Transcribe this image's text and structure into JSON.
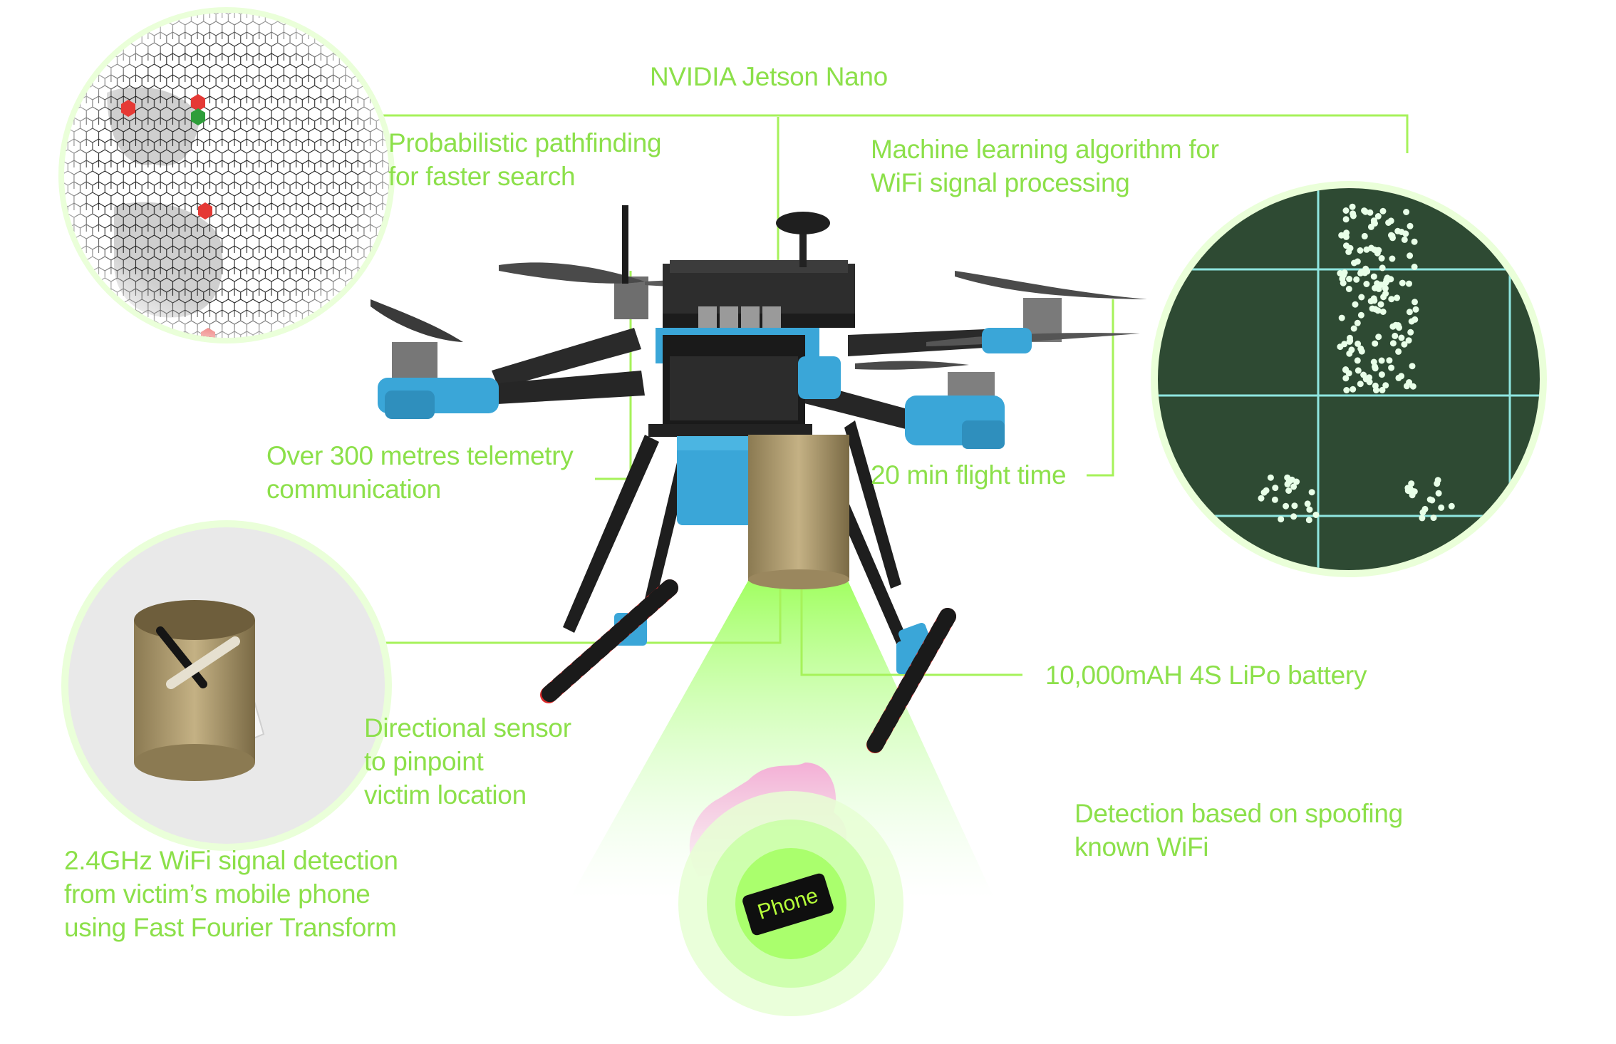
{
  "colors": {
    "accent_green": "#8ce04a",
    "drone_blue": "#3aa6d8",
    "plot_background": "#2e4a33",
    "plot_grid": "#8fe6e0",
    "plot_points": "#e8ffe8"
  },
  "labels": {
    "processor": "NVIDIA Jetson Nano",
    "pathfinding": [
      "Probabilistic pathfinding",
      "for faster search"
    ],
    "ml": [
      "Machine learning algorithm for",
      "WiFi signal processing"
    ],
    "telemetry": [
      "Over 300 metres telemetry",
      "communication"
    ],
    "flight_time": "20 min flight time",
    "battery": "10,000mAH 4S LiPo battery",
    "directional": [
      "Directional sensor",
      "to pinpoint",
      "victim location"
    ],
    "wifi_detection": [
      "2.4GHz WiFi signal detection",
      "from victim’s mobile phone",
      "using Fast Fourier Transform"
    ],
    "spoofing": [
      "Detection based on spoofing",
      "known WiFi"
    ]
  },
  "phone": {
    "label": "Phone"
  },
  "icons": {
    "drone": "quadcopter-drone-icon",
    "sensor": "directional-antenna-icon",
    "hexgrid": "hexagon-grid-map-icon",
    "scatter": "signal-scatter-plot-icon",
    "person": "victim-person-icon"
  }
}
